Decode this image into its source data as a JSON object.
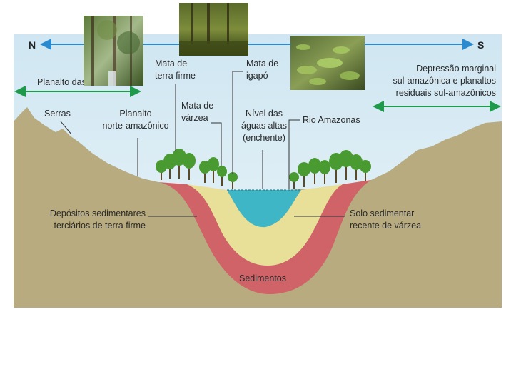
{
  "directions": {
    "north": "N",
    "south": "S"
  },
  "labels": {
    "planalto_das": "Planalto das",
    "mata_terra_firme": [
      "Mata de",
      "terra firme"
    ],
    "mata_igapo": [
      "Mata de",
      "igapó"
    ],
    "depressao": [
      "Depressão marginal",
      "sul-amazônica e planaltos",
      "residuais sul-amazônicos"
    ],
    "serras": "Serras",
    "planalto_norte": [
      "Planalto",
      "norte-amazônico"
    ],
    "mata_varzea": [
      "Mata de",
      "várzea"
    ],
    "nivel_aguas": [
      "Nível das",
      "águas altas",
      "(enchente)"
    ],
    "rio_amazonas": "Rio Amazonas",
    "depositos": [
      "Depósitos sedimentares",
      "terciários de terra firme"
    ],
    "solo_sedimentar": [
      "Solo sedimentar",
      "recente de várzea"
    ],
    "sedimentos": "Sedimentos"
  },
  "colors": {
    "sky": "#d7eaf3",
    "ground": "#b8ab80",
    "red_layer": "#cf6367",
    "yellow_layer": "#e8df98",
    "water": "#3fb6c6",
    "tree": "#4a9a32",
    "arrow_blue": "#2a8ad0",
    "arrow_green": "#1f9a4a"
  },
  "photos": [
    {
      "name": "terra-firme-forest-photo"
    },
    {
      "name": "igapo-flooded-forest-photo"
    },
    {
      "name": "water-lilies-photo"
    }
  ]
}
